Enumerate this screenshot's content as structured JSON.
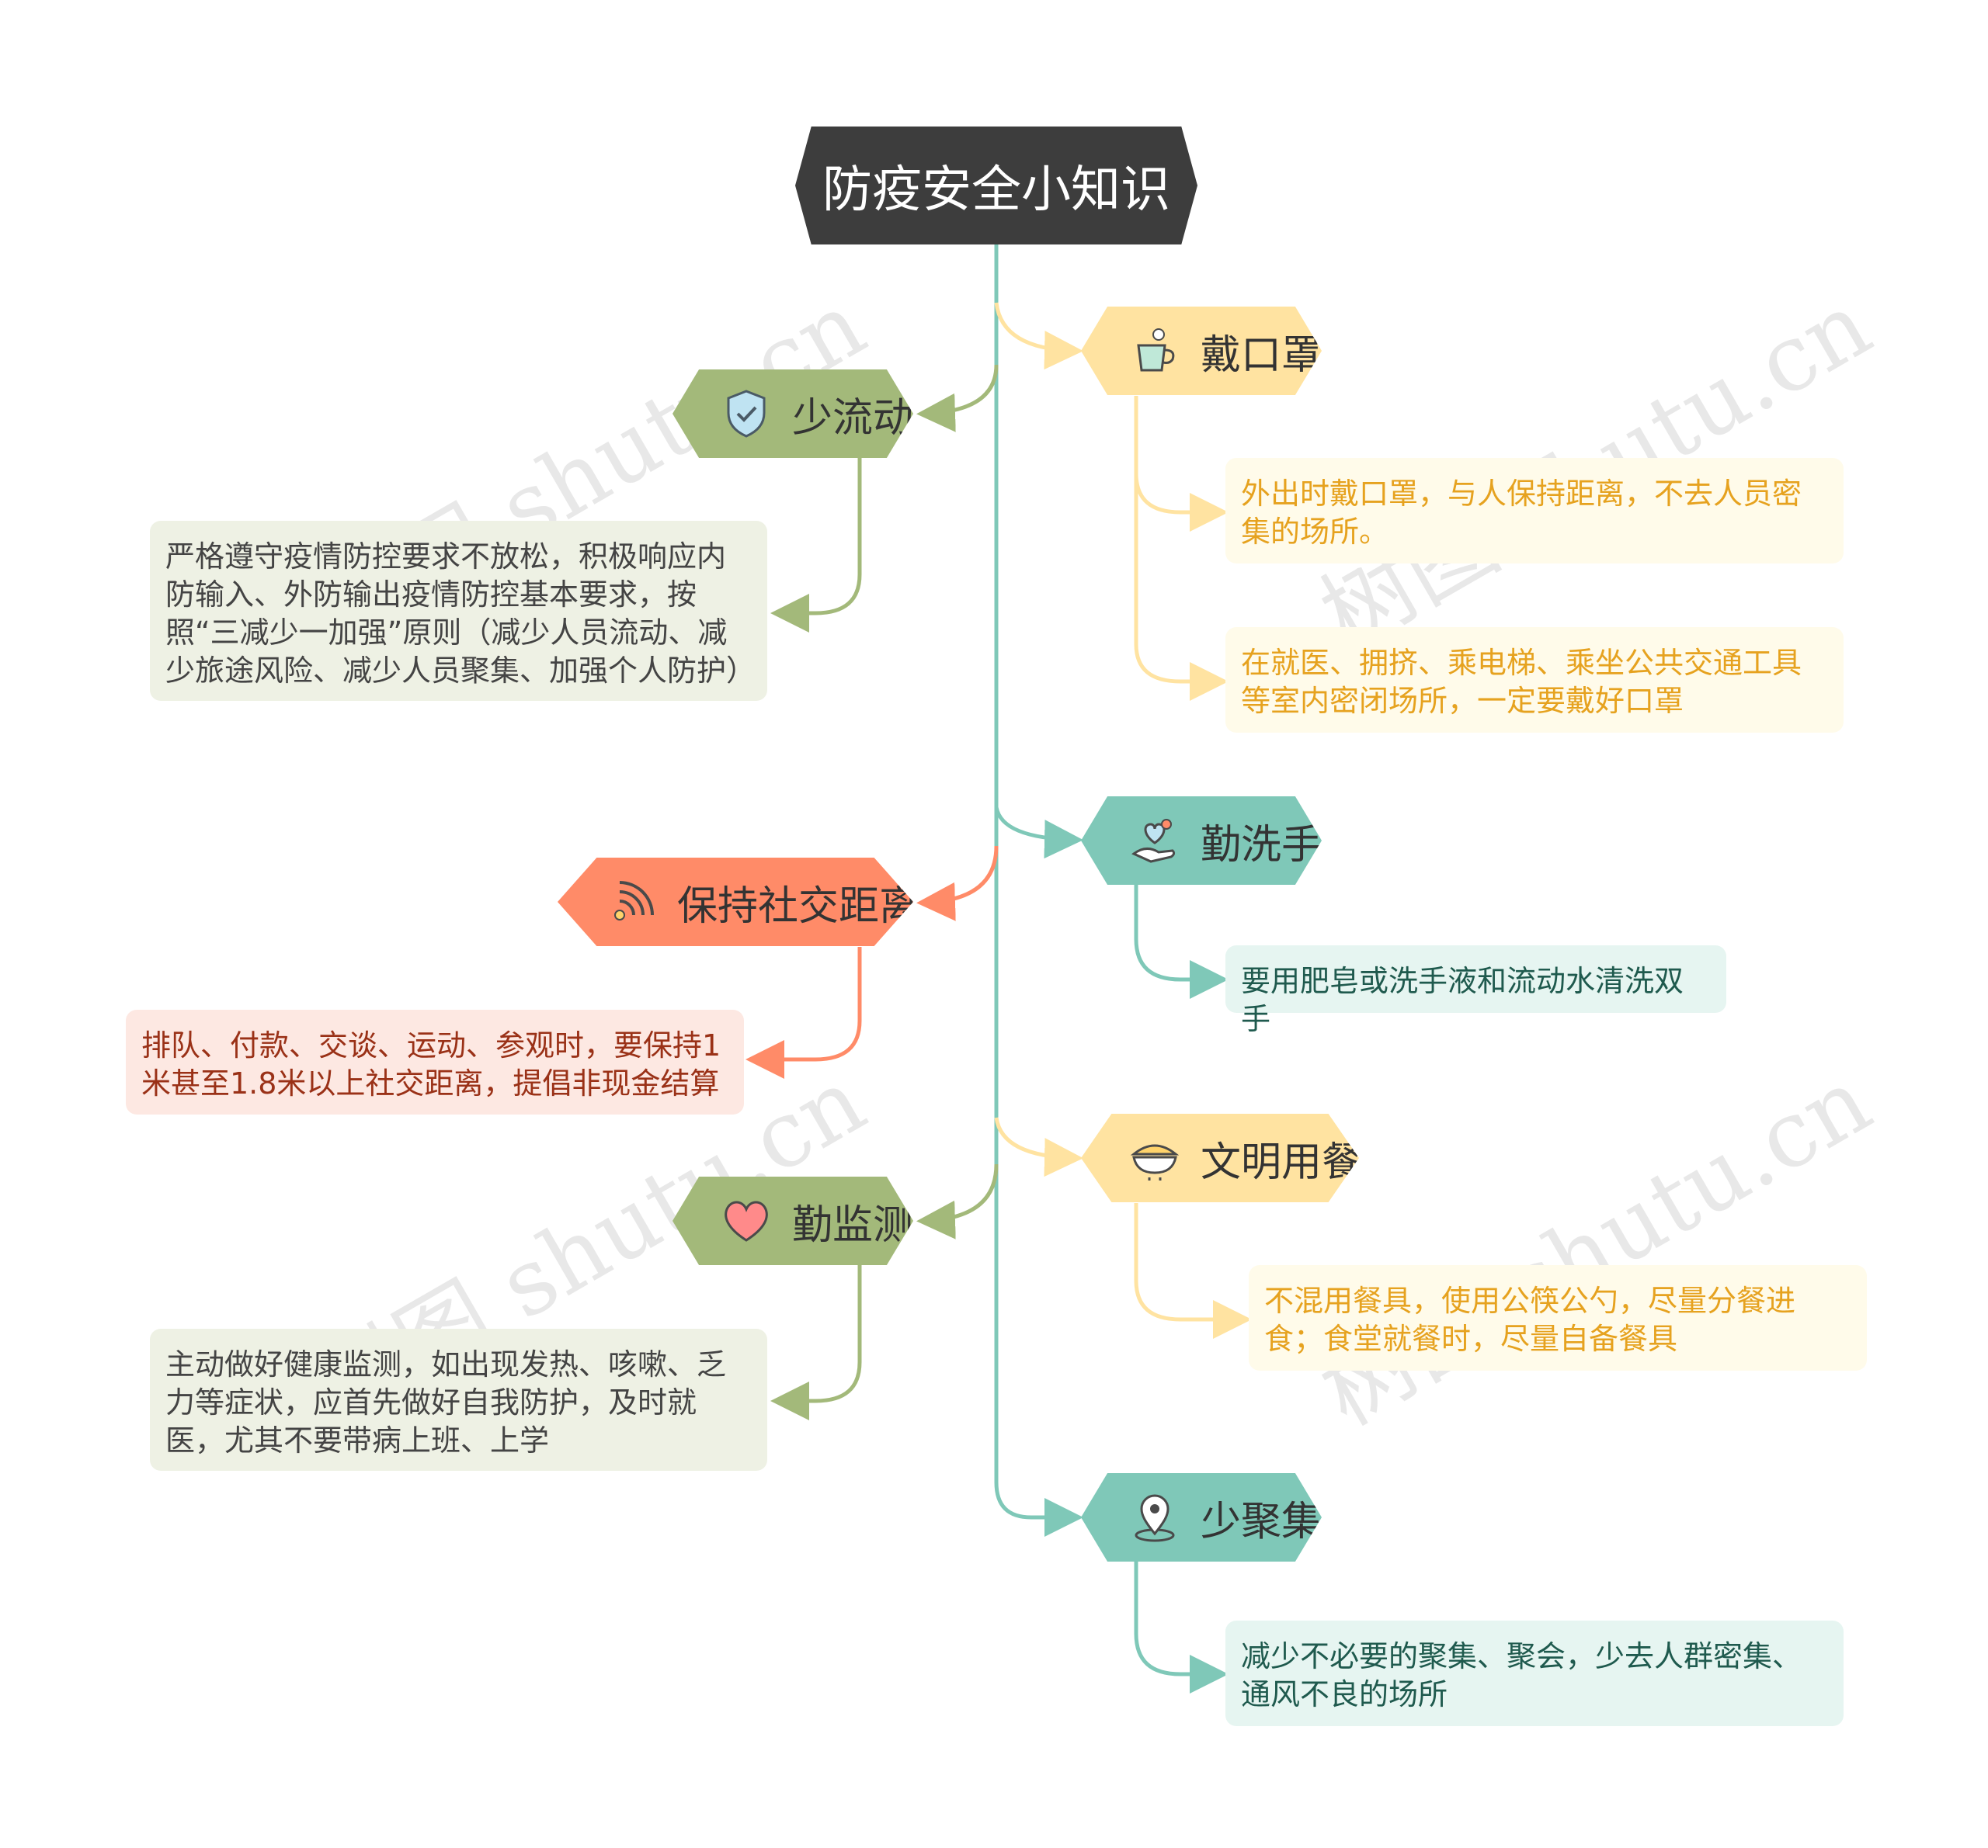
{
  "mindmap": {
    "root": "防疫安全小知识",
    "topics": {
      "less_flow": {
        "label": "少流动",
        "icon": "shield-check-icon",
        "color": "#a3b97a"
      },
      "mask": {
        "label": "戴口罩",
        "icon": "cup-mask-icon",
        "color": "#ffe3a1"
      },
      "wash_hands": {
        "label": "勤洗手",
        "icon": "hand-heart-icon",
        "color": "#7fc8b8"
      },
      "social_distance": {
        "label": "保持社交距离",
        "icon": "signal-waves-icon",
        "color": "#ff8b68"
      },
      "civil_dining": {
        "label": "文明用餐",
        "icon": "food-bowl-icon",
        "color": "#ffe3a1"
      },
      "monitor": {
        "label": "勤监测",
        "icon": "heart-icon",
        "color": "#a3b97a"
      },
      "less_gathering": {
        "label": "少聚集",
        "icon": "location-pin-icon",
        "color": "#7fc8b8"
      }
    },
    "leaves": {
      "less_flow": "严格遵守疫情防控要求不放松，积极响应内防输入、外防输出疫情防控基本要求，按照“三减少一加强”原则（减少人员流动、减少旅途风险、减少人员聚集、加强个人防护）",
      "mask_1": "外出时戴口罩，与人保持距离，不去人员密集的场所。",
      "mask_2": "在就医、拥挤、乘电梯、乘坐公共交通工具等室内密闭场所，一定要戴好口罩",
      "wash_hands": "要用肥皂或洗手液和流动水清洗双手",
      "social_distance": "排队、付款、交谈、运动、参观时，要保持1米甚至1.8米以上社交距离，提倡非现金结算",
      "civil_dining": "不混用餐具，使用公筷公勺，尽量分餐进食；食堂就餐时，尽量自备餐具",
      "monitor": "主动做好健康监测，如出现发热、咳嗽、乏力等症状，应首先做好自我防护，及时就医，尤其不要带病上班、上学",
      "less_gathering": "减少不必要的聚集、聚会，少去人群密集、通风不良的场所"
    },
    "watermark": "树图 shutu.cn"
  }
}
